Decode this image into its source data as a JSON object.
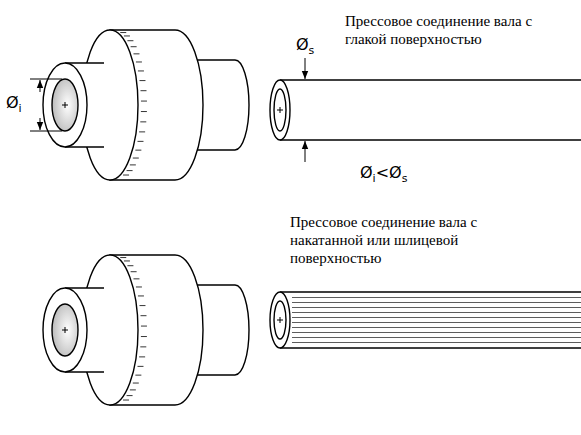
{
  "diagram": {
    "labels": [
      "Øi",
      "Øs",
      "Прессовое соединение вала с глакой поверхностью",
      "Øi<Øs",
      "Прессовое соединение вала с накатанной или шлицевой поверхностью"
    ]
  }
}
